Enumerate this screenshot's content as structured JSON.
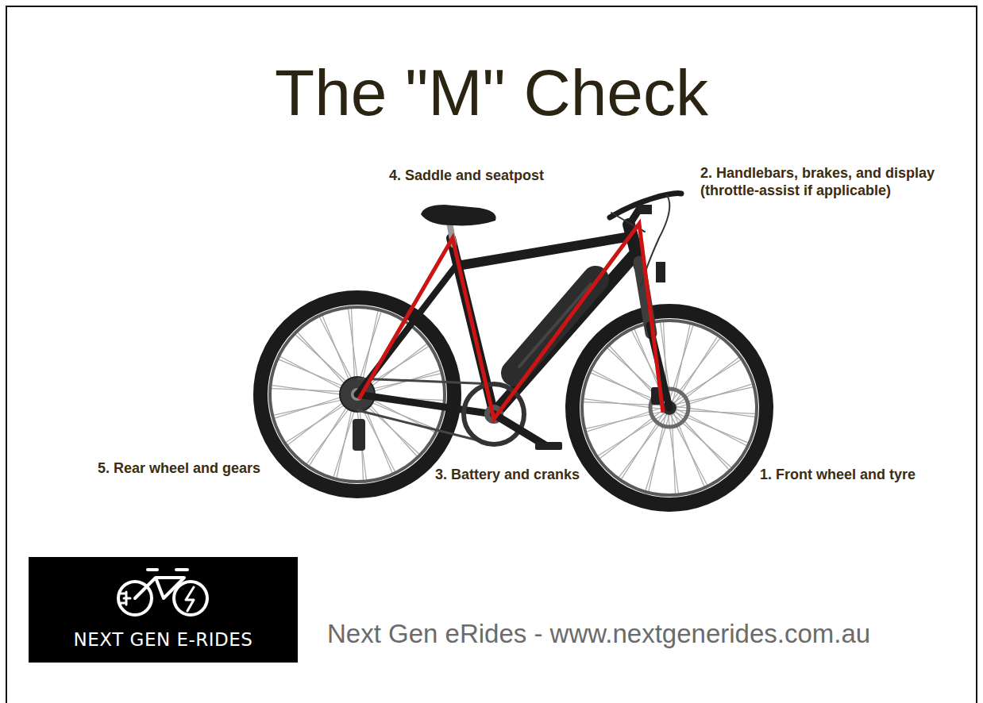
{
  "diagram": {
    "title": "The \"M\" Check",
    "nodes": [
      {
        "text": [
          "NEXT GEN E-RIDES"
        ]
      }
    ],
    "labels": [
      "4. Saddle and seatpost",
      "2. Handlebars, brakes, and display (throttle-assist if applicable)",
      "5. Rear wheel and gears",
      "3. Battery and cranks",
      "1. Front wheel and tyre",
      "Next Gen eRides - www.nextgenerides.com.au"
    ]
  }
}
